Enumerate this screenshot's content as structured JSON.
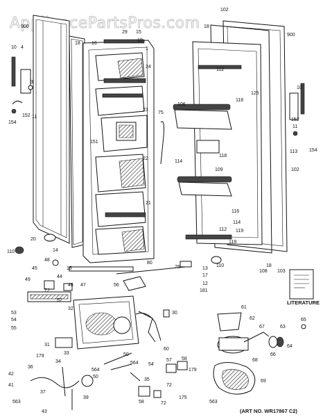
{
  "watermark": "AppliancePartsPros.com",
  "art_number": "(ART NO. WR17867 C2)",
  "literature_label": "LITERATURE",
  "callouts": [
    {
      "id": "c900l",
      "text": "900"
    },
    {
      "id": "c10l",
      "text": "10"
    },
    {
      "id": "c4",
      "text": "4"
    },
    {
      "id": "c3",
      "text": "3"
    },
    {
      "id": "c152l",
      "text": "152"
    },
    {
      "id": "c11",
      "text": "11"
    },
    {
      "id": "c154l",
      "text": "154"
    },
    {
      "id": "c18a",
      "text": "18"
    },
    {
      "id": "c16",
      "text": "16"
    },
    {
      "id": "c29",
      "text": "29"
    },
    {
      "id": "c15a",
      "text": "15"
    },
    {
      "id": "c19",
      "text": "19"
    },
    {
      "id": "c1",
      "text": "1"
    },
    {
      "id": "c24",
      "text": "24"
    },
    {
      "id": "c23",
      "text": "23"
    },
    {
      "id": "c151",
      "text": "151"
    },
    {
      "id": "c22",
      "text": "22"
    },
    {
      "id": "c75",
      "text": "75"
    },
    {
      "id": "c21",
      "text": "21"
    },
    {
      "id": "c14",
      "text": "14"
    },
    {
      "id": "c20",
      "text": "20"
    },
    {
      "id": "c110a",
      "text": "110"
    },
    {
      "id": "c48",
      "text": "48"
    },
    {
      "id": "c45",
      "text": "45"
    },
    {
      "id": "c15b",
      "text": "15"
    },
    {
      "id": "c80",
      "text": "80"
    },
    {
      "id": "c76",
      "text": "76"
    },
    {
      "id": "c49",
      "text": "49"
    },
    {
      "id": "c44",
      "text": "44"
    },
    {
      "id": "c46",
      "text": "46"
    },
    {
      "id": "c47",
      "text": "47"
    },
    {
      "id": "c72a",
      "text": "72"
    },
    {
      "id": "c52",
      "text": "52"
    },
    {
      "id": "c56",
      "text": "56"
    },
    {
      "id": "c53",
      "text": "53"
    },
    {
      "id": "c54a",
      "text": "54"
    },
    {
      "id": "c55",
      "text": "55"
    },
    {
      "id": "c32",
      "text": "32"
    },
    {
      "id": "c31",
      "text": "31"
    },
    {
      "id": "c30",
      "text": "30"
    },
    {
      "id": "c60",
      "text": "60"
    },
    {
      "id": "c179a",
      "text": "179"
    },
    {
      "id": "c33",
      "text": "33"
    },
    {
      "id": "c34",
      "text": "34"
    },
    {
      "id": "c36",
      "text": "36"
    },
    {
      "id": "c564a",
      "text": "564"
    },
    {
      "id": "c50a",
      "text": "50"
    },
    {
      "id": "c54b",
      "text": "54"
    },
    {
      "id": "c57",
      "text": "57"
    },
    {
      "id": "c58a",
      "text": "58"
    },
    {
      "id": "c179b",
      "text": "179"
    },
    {
      "id": "c50b",
      "text": "50"
    },
    {
      "id": "c564b",
      "text": "564"
    },
    {
      "id": "c35",
      "text": "35"
    },
    {
      "id": "c42",
      "text": "42"
    },
    {
      "id": "c41",
      "text": "41"
    },
    {
      "id": "c37",
      "text": "37"
    },
    {
      "id": "c39",
      "text": "39"
    },
    {
      "id": "c563a",
      "text": "563"
    },
    {
      "id": "c43",
      "text": "43"
    },
    {
      "id": "c72b",
      "text": "72"
    },
    {
      "id": "c58b",
      "text": "58"
    },
    {
      "id": "c72c",
      "text": "72"
    },
    {
      "id": "c175",
      "text": "175"
    },
    {
      "id": "c102a",
      "text": "102"
    },
    {
      "id": "c900r",
      "text": "900"
    },
    {
      "id": "c18b",
      "text": "18"
    },
    {
      "id": "c112a",
      "text": "112"
    },
    {
      "id": "c125",
      "text": "125"
    },
    {
      "id": "c10r",
      "text": "10"
    },
    {
      "id": "c106",
      "text": "106"
    },
    {
      "id": "c118a",
      "text": "118"
    },
    {
      "id": "c152r",
      "text": "152"
    },
    {
      "id": "c11r",
      "text": "11"
    },
    {
      "id": "c154r",
      "text": "154"
    },
    {
      "id": "c114a",
      "text": "114"
    },
    {
      "id": "c118b",
      "text": "118"
    },
    {
      "id": "c113",
      "text": "113"
    },
    {
      "id": "c102b",
      "text": "102"
    },
    {
      "id": "c109",
      "text": "109"
    },
    {
      "id": "c116",
      "text": "116"
    },
    {
      "id": "c114b",
      "text": "114"
    },
    {
      "id": "c119a",
      "text": "119"
    },
    {
      "id": "c112b",
      "text": "112"
    },
    {
      "id": "c119b",
      "text": "119"
    },
    {
      "id": "c108",
      "text": "108"
    },
    {
      "id": "c18c",
      "text": "18"
    },
    {
      "id": "c103",
      "text": "103"
    },
    {
      "id": "c110b",
      "text": "110"
    },
    {
      "id": "c13",
      "text": "13"
    },
    {
      "id": "c17",
      "text": "17"
    },
    {
      "id": "c12",
      "text": "12"
    },
    {
      "id": "c181",
      "text": "181"
    },
    {
      "id": "c61",
      "text": "61"
    },
    {
      "id": "c62",
      "text": "62"
    },
    {
      "id": "c67",
      "text": "67"
    },
    {
      "id": "c63",
      "text": "63"
    },
    {
      "id": "c65",
      "text": "65"
    },
    {
      "id": "c64",
      "text": "64"
    },
    {
      "id": "c66",
      "text": "66"
    },
    {
      "id": "c68",
      "text": "68"
    },
    {
      "id": "c69",
      "text": "69"
    },
    {
      "id": "c563b",
      "text": "563"
    }
  ]
}
